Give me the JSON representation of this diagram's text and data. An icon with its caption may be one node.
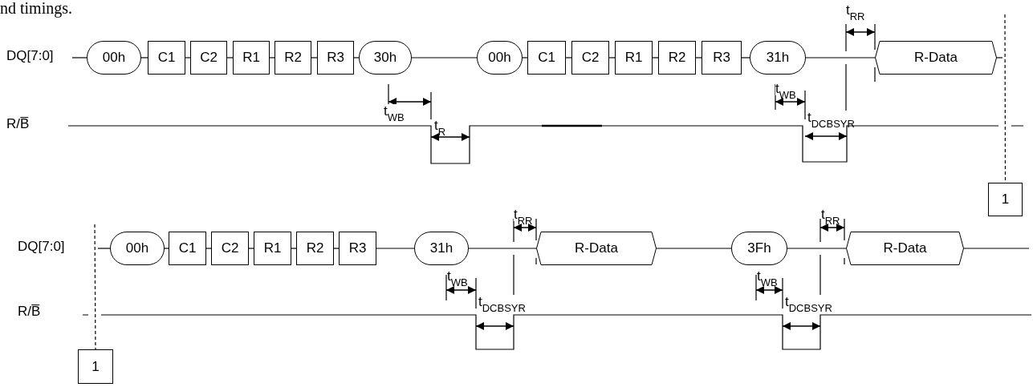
{
  "diagram": {
    "nodes": [
      {
        "text": [
          "00h"
        ]
      },
      {
        "text": [
          "C1"
        ]
      },
      {
        "text": [
          "C2"
        ]
      },
      {
        "text": [
          "R1"
        ]
      },
      {
        "text": [
          "R2"
        ]
      },
      {
        "text": [
          "R3"
        ]
      },
      {
        "text": [
          "30h"
        ]
      },
      {
        "text": [
          "00h"
        ]
      },
      {
        "text": [
          "C1"
        ]
      },
      {
        "text": [
          "C2"
        ]
      },
      {
        "text": [
          "R1"
        ]
      },
      {
        "text": [
          "R2"
        ]
      },
      {
        "text": [
          "R3"
        ]
      },
      {
        "text": [
          "31h"
        ]
      },
      {
        "text": [
          "R-Data"
        ]
      },
      {
        "text": [
          "1"
        ]
      },
      {
        "text": [
          "1"
        ]
      },
      {
        "text": [
          "00h"
        ]
      },
      {
        "text": [
          "C1"
        ]
      },
      {
        "text": [
          "C2"
        ]
      },
      {
        "text": [
          "R1"
        ]
      },
      {
        "text": [
          "R2"
        ]
      },
      {
        "text": [
          "R3"
        ]
      },
      {
        "text": [
          "31h"
        ]
      },
      {
        "text": [
          "R-Data"
        ]
      },
      {
        "text": [
          "3Fh"
        ]
      },
      {
        "text": [
          "R-Data"
        ]
      }
    ],
    "edges": [
      {
        "from": null,
        "to": 0,
        "arrow": "none"
      },
      {
        "from": 0,
        "to": 1,
        "arrow": "none"
      },
      {
        "from": 1,
        "to": 2,
        "arrow": "none"
      },
      {
        "from": 2,
        "to": 3,
        "arrow": "none"
      },
      {
        "from": 3,
        "to": 4,
        "arrow": "none"
      },
      {
        "from": 4,
        "to": 5,
        "arrow": "none"
      },
      {
        "from": 5,
        "to": 6,
        "arrow": "none"
      },
      {
        "from": 6,
        "to": 7,
        "arrow": "none"
      },
      {
        "from": 7,
        "to": 8,
        "arrow": "none"
      },
      {
        "from": 8,
        "to": 9,
        "arrow": "none"
      },
      {
        "from": 9,
        "to": 10,
        "arrow": "none"
      },
      {
        "from": 10,
        "to": 11,
        "arrow": "none"
      },
      {
        "from": 11,
        "to": 12,
        "arrow": "none"
      },
      {
        "from": 12,
        "to": 13,
        "arrow": "none"
      },
      {
        "from": 13,
        "to": 14,
        "arrow": "none"
      },
      {
        "from": 14,
        "to": null,
        "arrow": "none"
      },
      {
        "from": null,
        "to": 15,
        "arrow": "none",
        "style": "dashed"
      },
      {
        "from": null,
        "to": 16,
        "arrow": "none",
        "style": "dashed"
      },
      {
        "from": null,
        "to": 17,
        "arrow": "none"
      },
      {
        "from": 17,
        "to": 18,
        "arrow": "none"
      },
      {
        "from": 18,
        "to": 19,
        "arrow": "none"
      },
      {
        "from": 19,
        "to": 20,
        "arrow": "none"
      },
      {
        "from": 20,
        "to": 21,
        "arrow": "none"
      },
      {
        "from": 21,
        "to": 22,
        "arrow": "none"
      },
      {
        "from": 22,
        "to": 23,
        "arrow": "none"
      },
      {
        "from": 23,
        "to": 24,
        "arrow": "none"
      },
      {
        "from": 24,
        "to": 25,
        "arrow": "none"
      },
      {
        "from": 25,
        "to": 26,
        "arrow": "none"
      },
      {
        "from": 26,
        "to": null,
        "arrow": "none"
      }
    ],
    "labels": [
      "nd timings.",
      "DQ[7:0]",
      "R/B̅",
      "t$_{WB}$",
      "t$_{R}$",
      "t$_{RR}$",
      "t$_{WB}$",
      "t$_{DCBSYR}$",
      "DQ[7:0]",
      "R/B̅",
      "t$_{RR}$",
      "t$_{RR}$",
      "t$_{WB}$",
      "t$_{DCBSYR}$",
      "t$_{WB}$",
      "t$_{DCBSYR}$"
    ]
  }
}
